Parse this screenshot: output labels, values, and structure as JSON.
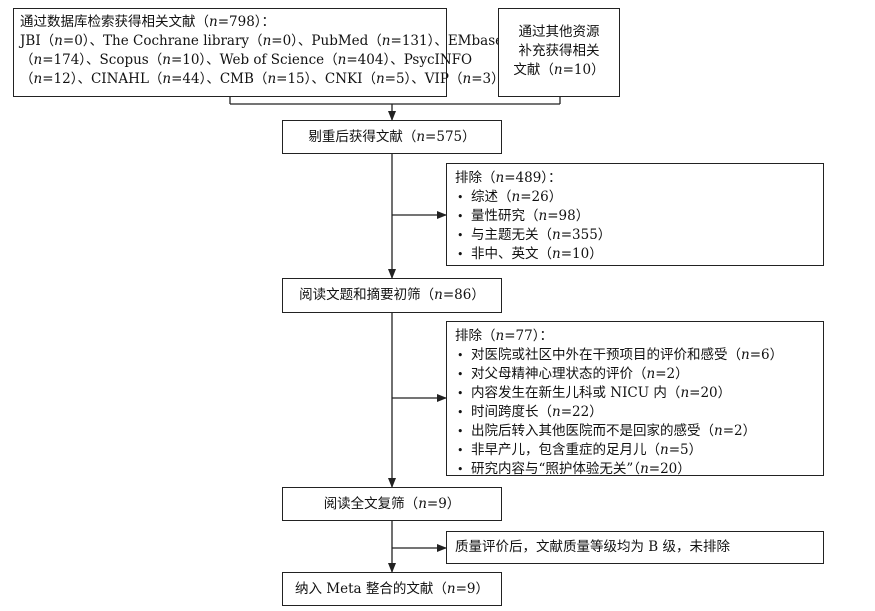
{
  "boxes": {
    "database_search": {
      "lines": [
        "通过数据库检索获得相关文献（n=798）：",
        "JBI（n=0）、The Cochrane library（n=0）、PubMed（n=131）、EMbase",
        "（n=174）、Scopus（n=10）、Web of Science（n=404）、PsycINFO",
        "（n=12）、CINAHL（n=44）、CMB（n=15）、CNKI（n=5）、VIP（n=3）"
      ]
    },
    "other_sources": {
      "lines": [
        "通过其他资源",
        "补充获得相关",
        "文献（n=10）"
      ]
    },
    "after_dedup": {
      "text": "剔重后获得文献（n=575）"
    },
    "exclusion_1": {
      "title": "排除（n=489）：",
      "items": [
        "综述（n=26）",
        "量性研究（n=98）",
        "与主题无关（n=355）",
        "非中、英文（n=10）"
      ]
    },
    "title_abstract_screen": {
      "text": "阅读文题和摘要初筛（n=86）"
    },
    "exclusion_2": {
      "title": "排除（n=77）：",
      "items": [
        "对医院或社区中外在干预项目的评价和感受（n=6）",
        "对父母精神心理状态的评价（n=2）",
        "内容发生在新生儿科或 NICU 内（n=20）",
        "时间跨度长（n=22）",
        "出院后转入其他医院而不是回家的感受（n=2）",
        "非早产儿，包含重症的足月儿（n=5）",
        "研究内容与“照护体验无关”（n=20）"
      ]
    },
    "full_text_screen": {
      "text": "阅读全文复筛（n=9）"
    },
    "quality_note": {
      "text": "质量评价后，文献质量等级均为 B 级，未排除"
    },
    "final_included": {
      "text": "纳入 Meta 整合的文献（n=9）"
    }
  }
}
